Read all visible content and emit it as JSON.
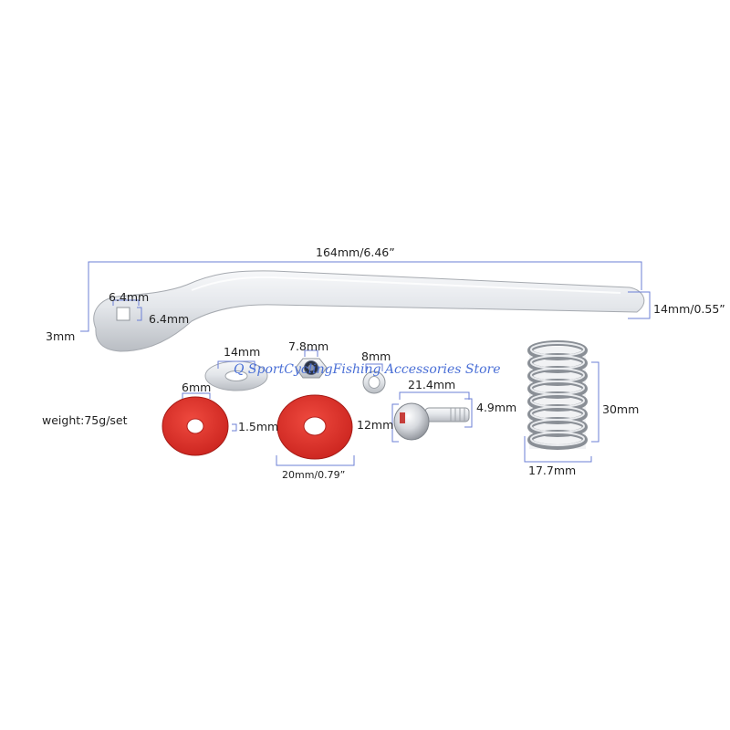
{
  "watermark": "Q SportCyclingFishing Accessories Store",
  "colors": {
    "dimension_line": "#6b7fd6",
    "washer_red": "#e0302a",
    "metal_light": "#eceef1",
    "metal_dark": "#a9adb3",
    "watermark": "#4a6fd6"
  },
  "parts": {
    "handle": {
      "length_label": "164mm/6.46”",
      "end_width_label": "14mm/0.55”",
      "thickness_label": "3mm",
      "square_hole_w_label": "6.4mm",
      "square_hole_h_label": "6.4mm"
    },
    "silver_washer": {
      "label": "14mm"
    },
    "nut": {
      "label": "7.8mm"
    },
    "small_ring": {
      "label": "8mm"
    },
    "screw": {
      "length_label": "21.4mm",
      "shaft_label": "4.9mm",
      "head_label": "12mm"
    },
    "spring": {
      "height_label": "30mm",
      "width_label": "17.7mm"
    },
    "red_washer_small": {
      "hole_label": "6mm",
      "thickness_label": "1.5mm"
    },
    "red_washer_large": {
      "diameter_label": "20mm/0.79”"
    }
  },
  "weight_label": "weight:75g/set"
}
